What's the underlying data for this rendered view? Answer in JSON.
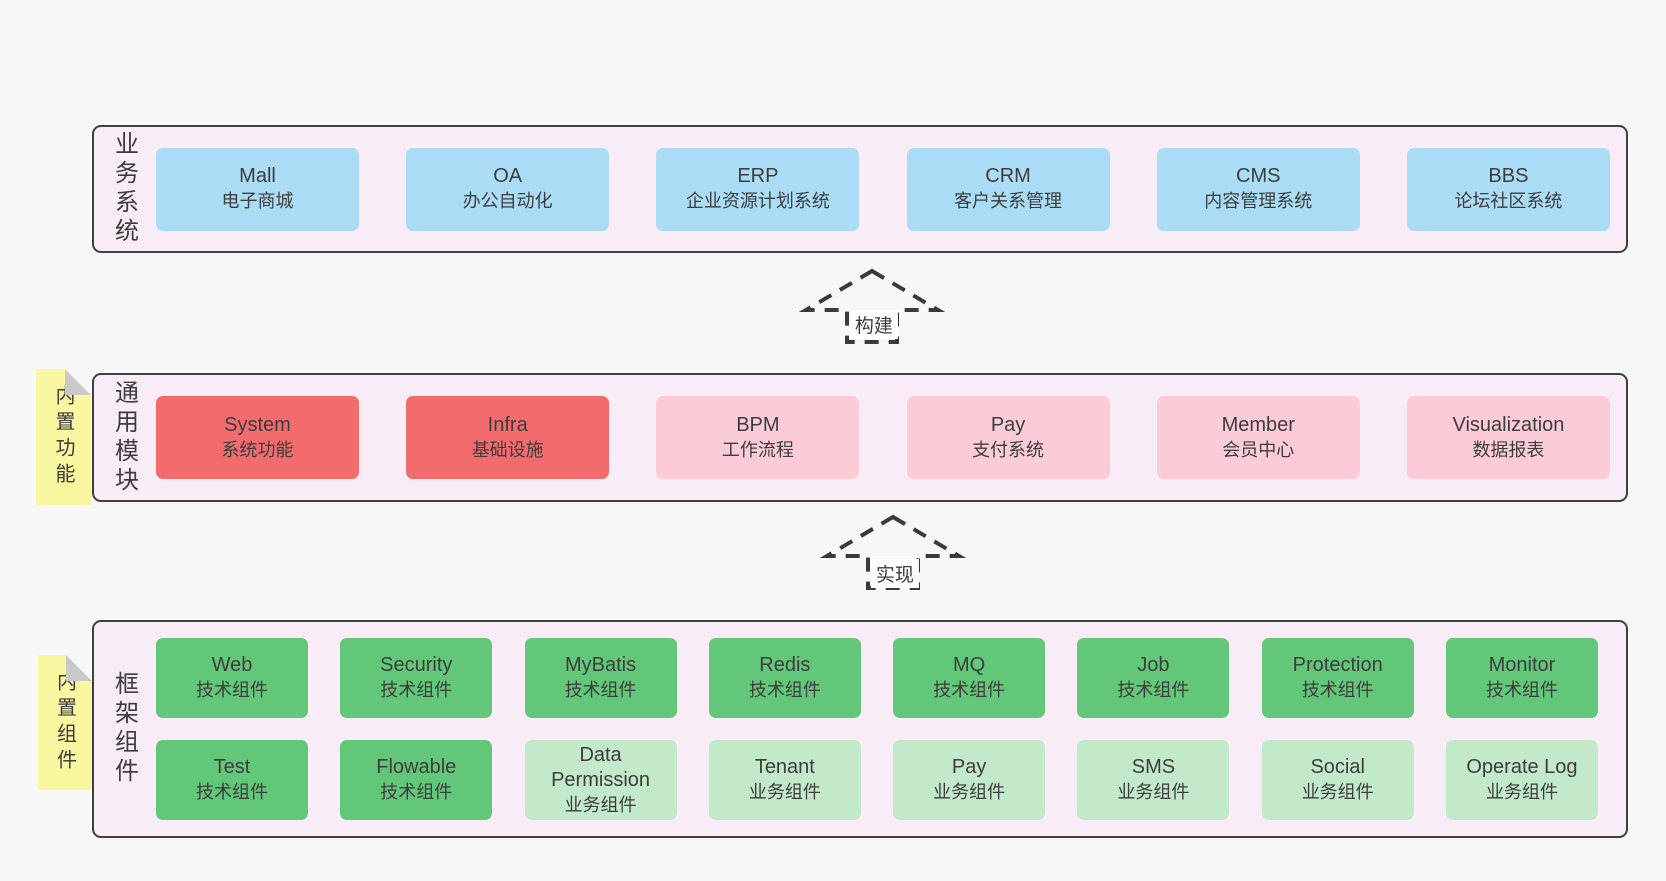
{
  "palette": {
    "page_bg": "#f7f7f7",
    "layer_bg": "#f8edf6",
    "layer_border": "#404040",
    "business_box": "#aadcf5",
    "core_module_box": "#f26c6e",
    "optional_module_box": "#fbccd6",
    "tech_component_box": "#62c778",
    "biz_component_box": "#c1e9ca",
    "sticky_note": "#faf7a1",
    "sticky_fold": "#c9c9c9",
    "text": "#3d3d3d"
  },
  "arrows": {
    "build": {
      "label": "构建"
    },
    "implement": {
      "label": "实现"
    }
  },
  "layers": {
    "business": {
      "label": "业务系统",
      "boxes": [
        {
          "name": "Mall",
          "desc": "电子商城"
        },
        {
          "name": "OA",
          "desc": "办公自动化"
        },
        {
          "name": "ERP",
          "desc": "企业资源计划系统"
        },
        {
          "name": "CRM",
          "desc": "客户关系管理"
        },
        {
          "name": "CMS",
          "desc": "内容管理系统"
        },
        {
          "name": "BBS",
          "desc": "论坛社区系统"
        }
      ]
    },
    "modules": {
      "label": "通用模块",
      "sticky": "内置功能",
      "boxes": [
        {
          "name": "System",
          "desc": "系统功能",
          "variant": "red"
        },
        {
          "name": "Infra",
          "desc": "基础设施",
          "variant": "red"
        },
        {
          "name": "BPM",
          "desc": "工作流程",
          "variant": "pink"
        },
        {
          "name": "Pay",
          "desc": "支付系统",
          "variant": "pink"
        },
        {
          "name": "Member",
          "desc": "会员中心",
          "variant": "pink"
        },
        {
          "name": "Visualization",
          "desc": "数据报表",
          "variant": "pink"
        }
      ]
    },
    "framework": {
      "label": "框架组件",
      "sticky": "内置组件",
      "row1": [
        {
          "name": "Web",
          "desc": "技术组件",
          "variant": "green"
        },
        {
          "name": "Security",
          "desc": "技术组件",
          "variant": "green"
        },
        {
          "name": "MyBatis",
          "desc": "技术组件",
          "variant": "green"
        },
        {
          "name": "Redis",
          "desc": "技术组件",
          "variant": "green"
        },
        {
          "name": "MQ",
          "desc": "技术组件",
          "variant": "green"
        },
        {
          "name": "Job",
          "desc": "技术组件",
          "variant": "green"
        },
        {
          "name": "Protection",
          "desc": "技术组件",
          "variant": "green"
        },
        {
          "name": "Monitor",
          "desc": "技术组件",
          "variant": "green"
        }
      ],
      "row2": [
        {
          "name": "Test",
          "desc": "技术组件",
          "variant": "green"
        },
        {
          "name": "Flowable",
          "desc": "技术组件",
          "variant": "green"
        },
        {
          "name": "Data Permission",
          "desc": "业务组件",
          "variant": "lightgreen"
        },
        {
          "name": "Tenant",
          "desc": "业务组件",
          "variant": "lightgreen"
        },
        {
          "name": "Pay",
          "desc": "业务组件",
          "variant": "lightgreen"
        },
        {
          "name": "SMS",
          "desc": "业务组件",
          "variant": "lightgreen"
        },
        {
          "name": "Social",
          "desc": "业务组件",
          "variant": "lightgreen"
        },
        {
          "name": "Operate Log",
          "desc": "业务组件",
          "variant": "lightgreen"
        }
      ]
    }
  }
}
